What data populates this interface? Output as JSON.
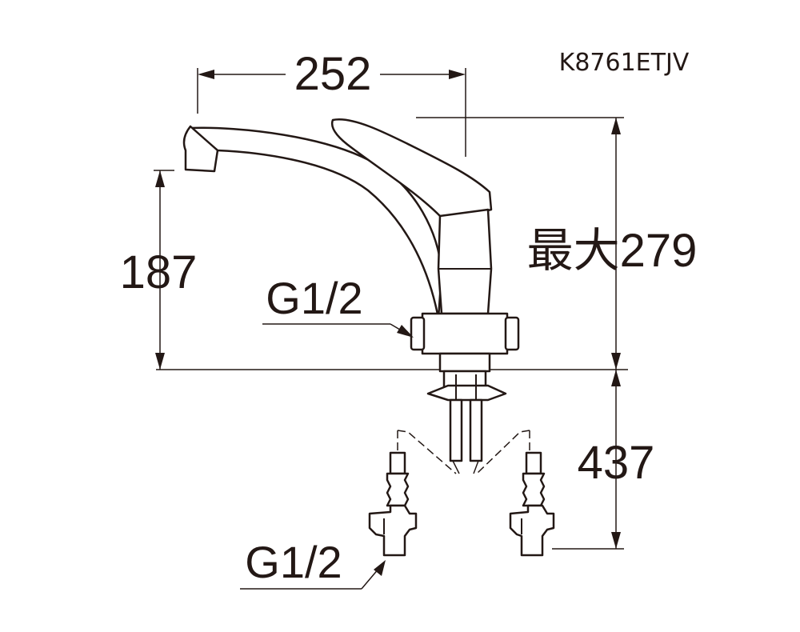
{
  "model": "K8761ETJV",
  "dimensions": {
    "width": "252",
    "spout_height": "187",
    "max_height": "最大279",
    "hose_length": "437"
  },
  "labels": {
    "thread_upper": "G1/2",
    "thread_lower": "G1/2"
  }
}
